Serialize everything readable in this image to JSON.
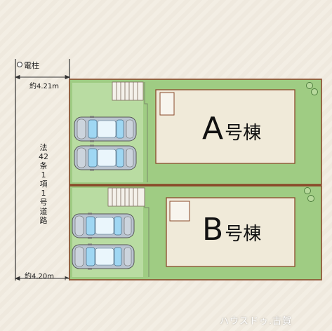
{
  "labels": {
    "utility_pole": "電柱",
    "road_width_top": "約4.21m",
    "road_width_bottom": "約4.20m",
    "road_type": "法42条1項1号道路"
  },
  "lots": [
    {
      "letter": "A",
      "suffix": "号棟"
    },
    {
      "letter": "B",
      "suffix": "号棟"
    }
  ],
  "watermark": "ハウスドゥ.古賀",
  "colors": {
    "lawn": "#9fcc83",
    "building_floor": "#f0ead9",
    "boundary": "#8a4a2b",
    "car_body": "#b9c3cf",
    "car_glass": "#9fd7f3"
  },
  "icons": [
    "utility-pole-icon",
    "car-icon",
    "stairs-icon",
    "shrub-icon"
  ]
}
